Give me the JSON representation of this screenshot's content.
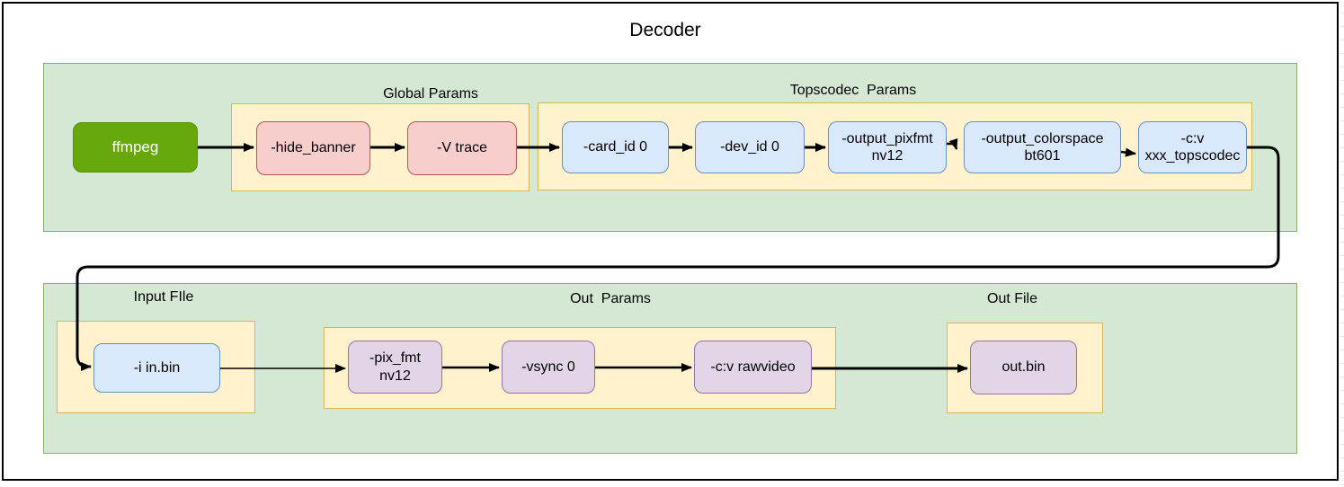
{
  "title": "Decoder",
  "sections": {
    "global_params": "Global Params",
    "topscodec_params": "Topscodec  Params",
    "input_file": "Input FIle",
    "out_params": "Out  Params",
    "out_file": "Out File"
  },
  "nodes": {
    "ffmpeg": "ffmpeg",
    "hide_banner": "-hide_banner",
    "v_trace": "-V trace",
    "card_id": "-card_id 0",
    "dev_id": "-dev_id 0",
    "output_pixfmt": "-output_pixfmt\nnv12",
    "output_colorspace": "-output_colorspace\nbt601",
    "cv_topscodec": "-c:v\nxxx_topscodec",
    "i_in_bin": "-i in.bin",
    "pix_fmt": "-pix_fmt\nnv12",
    "vsync": "-vsync 0",
    "cv_rawvideo": "-c:v rawvideo",
    "out_bin": "out.bin"
  },
  "edges": [
    {
      "from": "ffmpeg",
      "to": "hide_banner"
    },
    {
      "from": "hide_banner",
      "to": "v_trace"
    },
    {
      "from": "v_trace",
      "to": "card_id"
    },
    {
      "from": "card_id",
      "to": "dev_id"
    },
    {
      "from": "dev_id",
      "to": "output_pixfmt"
    },
    {
      "from": "output_pixfmt",
      "to": "output_colorspace"
    },
    {
      "from": "output_colorspace",
      "to": "cv_topscodec"
    },
    {
      "from": "cv_topscodec",
      "to": "i_in_bin"
    },
    {
      "from": "i_in_bin",
      "to": "pix_fmt"
    },
    {
      "from": "pix_fmt",
      "to": "vsync"
    },
    {
      "from": "vsync",
      "to": "cv_rawvideo"
    },
    {
      "from": "cv_rawvideo",
      "to": "out_bin"
    }
  ],
  "colors": {
    "container_fill": "#d5e8d4",
    "container_stroke": "#82b366",
    "group_fill": "#fff2cc",
    "group_stroke": "#d6b656",
    "blue_fill": "#dae8fc",
    "blue_stroke": "#6c8ebf",
    "red_fill": "#f8cecc",
    "red_stroke": "#b85450",
    "purple_fill": "#e1d5e7",
    "purple_stroke": "#9673a6",
    "ffmpeg_fill": "#66a80c",
    "arrow": "#000000"
  }
}
